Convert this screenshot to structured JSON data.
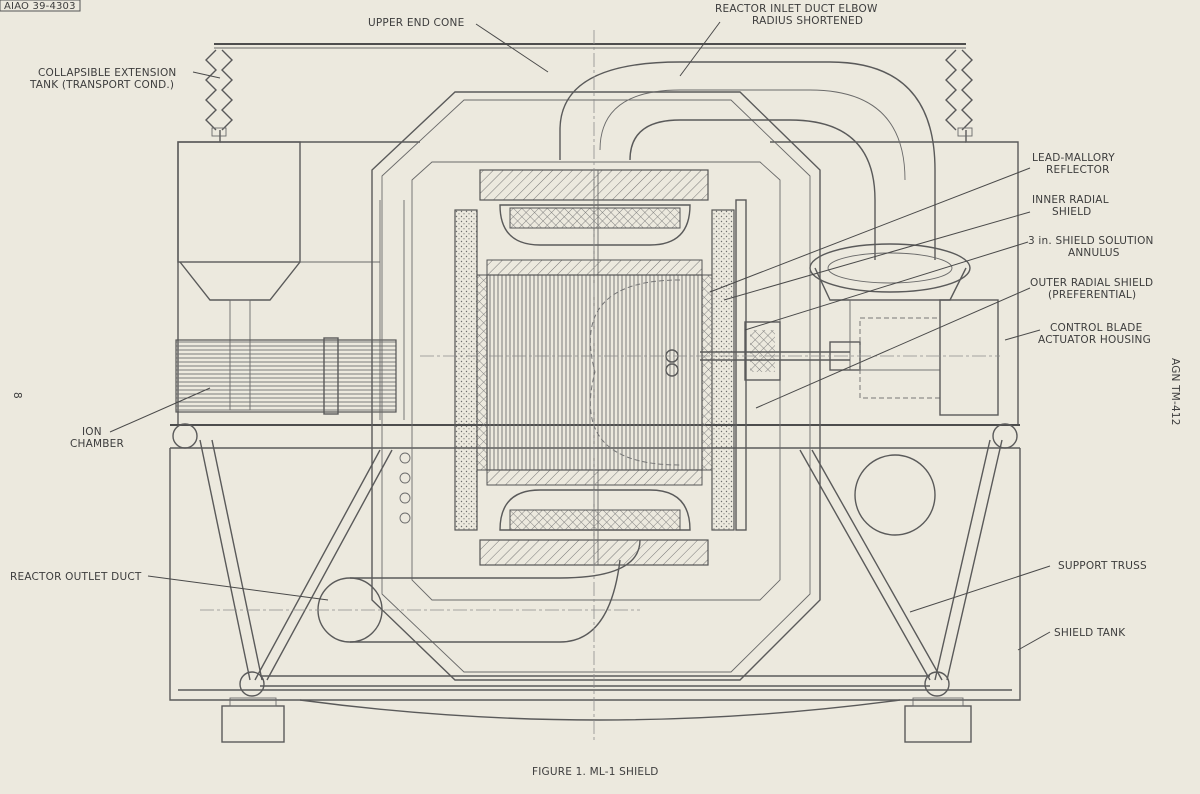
{
  "corner_stamp": "AIAO 39-4303",
  "page_number": "8",
  "doc_id": "AGN TM-412",
  "caption": "FIGURE 1.  ML-1 SHIELD",
  "labels": {
    "upper_end_cone": "UPPER END CONE",
    "inlet_elbow_1": "REACTOR INLET DUCT ELBOW",
    "inlet_elbow_2": "RADIUS SHORTENED",
    "ext_tank_1": "COLLAPSIBLE EXTENSION",
    "ext_tank_2": "TANK (TRANSPORT COND.)",
    "lead_mallory_1": "LEAD-MALLORY",
    "lead_mallory_2": "REFLECTOR",
    "inner_radial_1": "INNER RADIAL",
    "inner_radial_2": "SHIELD",
    "annulus_1": "3 in. SHIELD SOLUTION",
    "annulus_2": "ANNULUS",
    "outer_radial_1": "OUTER RADIAL SHIELD",
    "outer_radial_2": "(PREFERENTIAL)",
    "control_blade_1": "CONTROL BLADE",
    "control_blade_2": "ACTUATOR HOUSING",
    "ion_chamber_1": "ION",
    "ion_chamber_2": "CHAMBER",
    "outlet_duct": "REACTOR OUTLET DUCT",
    "support_truss": "SUPPORT TRUSS",
    "shield_tank": "SHIELD TANK"
  },
  "colors": {
    "paper": "#ece9de",
    "ink": "#5a5a5a"
  }
}
